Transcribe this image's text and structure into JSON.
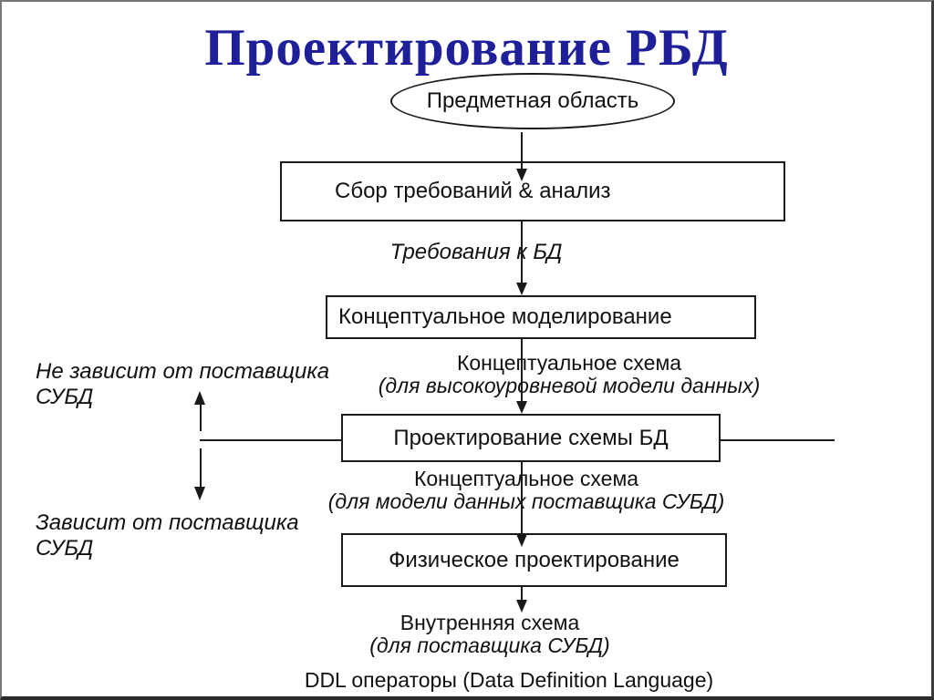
{
  "slide": {
    "title": "Проектирование РБД",
    "title_color": "#1f1f99",
    "background_color": "#ffffff",
    "line_color": "#1a1a1a"
  },
  "flowchart": {
    "source_node": {
      "shape": "ellipse",
      "label": "Предметная область"
    },
    "process_boxes": [
      {
        "label": "Сбор требований & анализ"
      },
      {
        "label": "Концептуальное моделирование"
      },
      {
        "label": "Проектирование схемы БД"
      },
      {
        "label": "Физическое проектирование"
      }
    ],
    "edge_labels": [
      {
        "line1": "Требования к БД"
      },
      {
        "line1": "Концептуальное схема",
        "line2": "(для высокоуровневой модели данных)"
      },
      {
        "line1": "Концептуальное схема",
        "line2": "(для модели данных поставщика СУБД)"
      },
      {
        "line1": "Внутренняя схема",
        "line2": "(для поставщика СУБД)"
      }
    ],
    "side_notes": [
      {
        "text": "Не зависит от поставщика СУБД"
      },
      {
        "text": "Зависит от поставщика СУБД"
      }
    ],
    "footer": "DDL операторы (Data Definition Language)"
  }
}
